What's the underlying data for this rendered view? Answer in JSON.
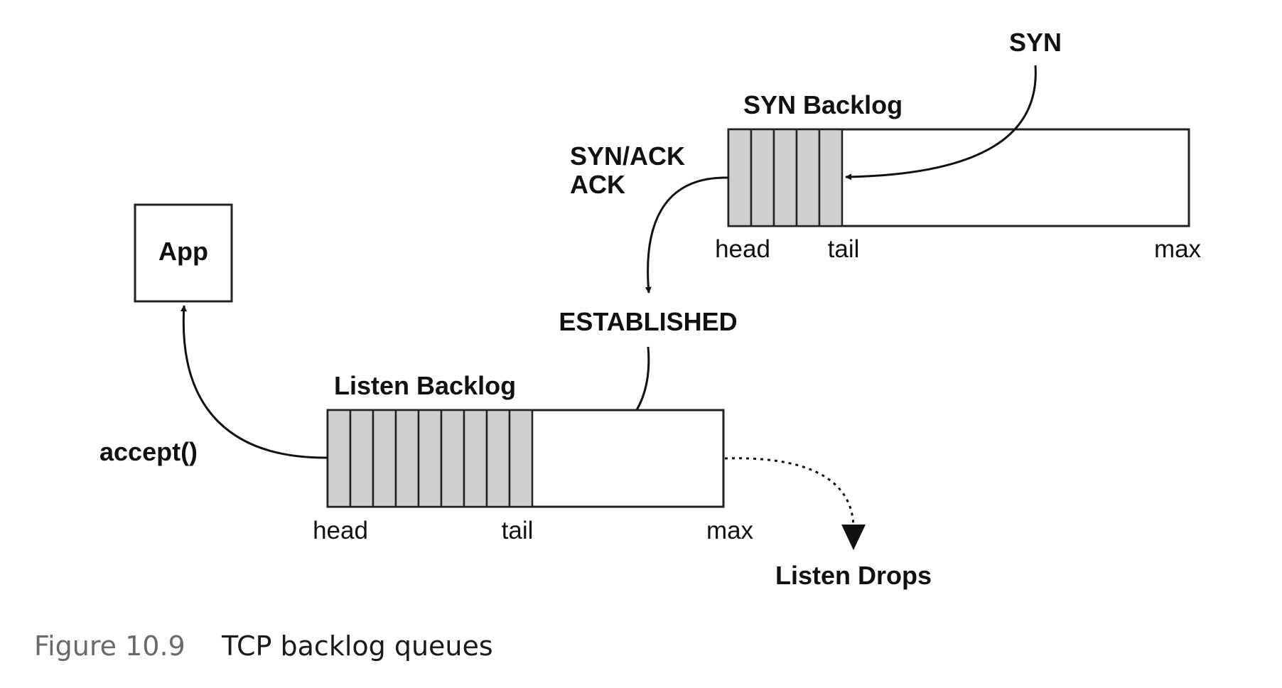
{
  "figure": {
    "number": "Figure 10.9",
    "title": "TCP backlog queues"
  },
  "labels": {
    "syn": "SYN",
    "syn_backlog": "SYN Backlog",
    "synack_line1": "SYN/ACK",
    "synack_line2": "ACK",
    "app": "App",
    "established": "ESTABLISHED",
    "listen_backlog": "Listen Backlog",
    "accept": "accept()",
    "listen_drops": "Listen Drops"
  },
  "syn_queue": {
    "head": "head",
    "tail": "tail",
    "max": "max",
    "filled_slots": 5
  },
  "listen_queue": {
    "head": "head",
    "tail": "tail",
    "max": "max",
    "filled_slots": 9
  }
}
